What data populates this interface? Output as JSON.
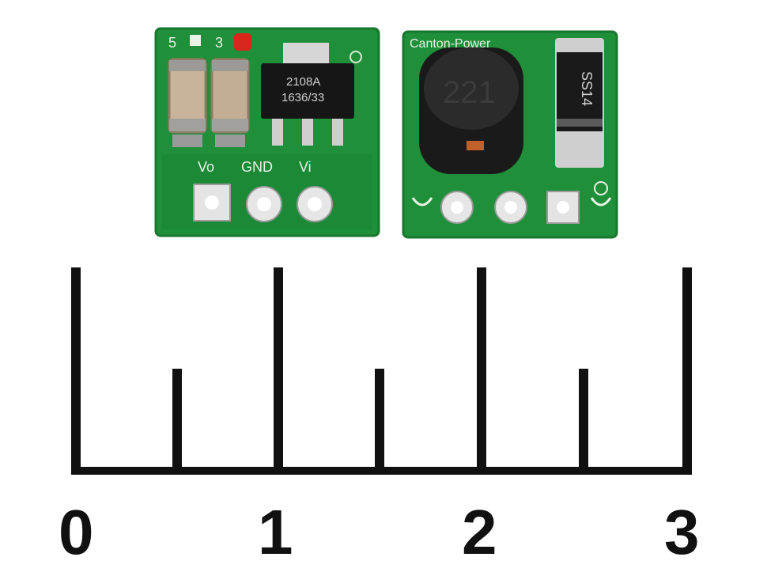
{
  "left_board": {
    "top_marks": [
      "5",
      "3"
    ],
    "ic_lines": [
      "2108A",
      "1636/33"
    ],
    "pin_labels": [
      "Vo",
      "GND",
      "Vi"
    ]
  },
  "right_board": {
    "brand_text": "Canton-Power",
    "inductor_marking": "221",
    "diode_marking": "SS14"
  },
  "ruler": {
    "numbers": [
      "0",
      "1",
      "2",
      "3"
    ]
  },
  "colors": {
    "pcb_green": "#1f8f3a",
    "pcb_dark": "#147530",
    "silkscreen": "#e8f2e6",
    "ruler_ink": "#111111"
  }
}
